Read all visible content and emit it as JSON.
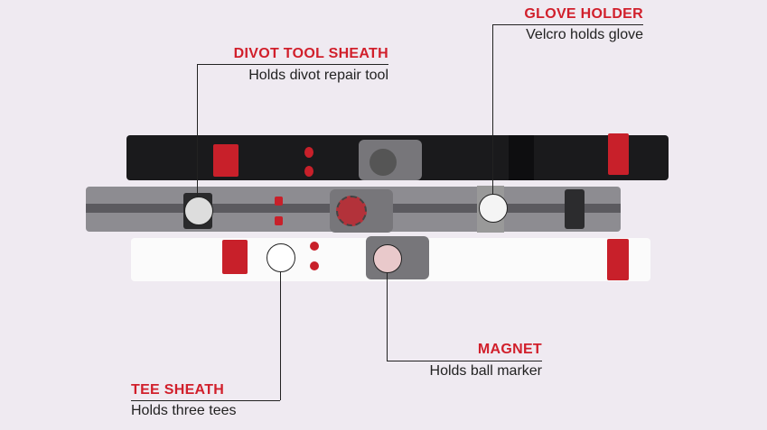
{
  "callouts": {
    "divot": {
      "title": "DIVOT TOOL SHEATH",
      "desc": "Holds divot repair tool"
    },
    "glove": {
      "title": "GLOVE HOLDER",
      "desc": "Velcro holds glove"
    },
    "magnet": {
      "title": "MAGNET",
      "desc": "Holds ball marker"
    },
    "tee": {
      "title": "TEE SHEATH",
      "desc": "Holds three tees"
    }
  },
  "colors": {
    "accent": "#d11f2b",
    "background": "#efeaf1"
  }
}
